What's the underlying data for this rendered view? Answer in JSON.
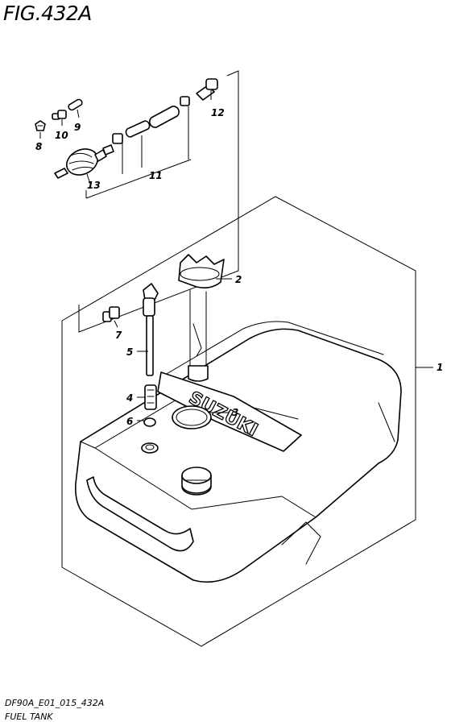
{
  "figure": {
    "title": "FIG.432A",
    "code": "DF90A_E01_015_432A",
    "caption": "FUEL TANK",
    "tank_lettering": "SUZUKI"
  },
  "callouts": [
    {
      "id": "c1",
      "label": "1"
    },
    {
      "id": "c2",
      "label": "2"
    },
    {
      "id": "c3",
      "label": "3"
    },
    {
      "id": "c4",
      "label": "4"
    },
    {
      "id": "c5",
      "label": "5"
    },
    {
      "id": "c6",
      "label": "6"
    },
    {
      "id": "c7",
      "label": "7"
    },
    {
      "id": "c8",
      "label": "8"
    },
    {
      "id": "c9",
      "label": "9"
    },
    {
      "id": "c10",
      "label": "10"
    },
    {
      "id": "c11",
      "label": "11"
    },
    {
      "id": "c12",
      "label": "12"
    },
    {
      "id": "c13",
      "label": "13"
    }
  ]
}
